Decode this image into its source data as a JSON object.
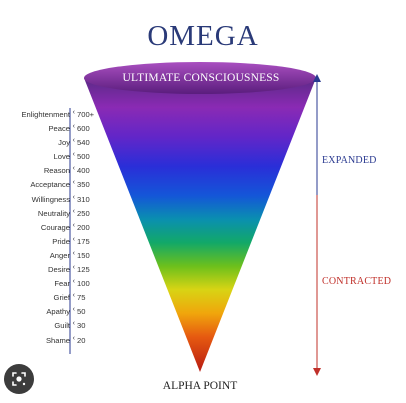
{
  "title": "OMEGA",
  "top_label": "ULTIMATE CONSCIOUSNESS",
  "bottom_label": "ALPHA POINT",
  "arrow_labels": {
    "expanded": "EXPANDED",
    "contracted": "CONTRACTED"
  },
  "levels": [
    {
      "name": "Enlightenment",
      "value": "700+"
    },
    {
      "name": "Peace",
      "value": "600"
    },
    {
      "name": "Joy",
      "value": "540"
    },
    {
      "name": "Love",
      "value": "500"
    },
    {
      "name": "Reason",
      "value": "400"
    },
    {
      "name": "Acceptance",
      "value": "350"
    },
    {
      "name": "Willingness",
      "value": "310"
    },
    {
      "name": "Neutrality",
      "value": "250"
    },
    {
      "name": "Courage",
      "value": "200"
    },
    {
      "name": "Pride",
      "value": "175"
    },
    {
      "name": "Anger",
      "value": "150"
    },
    {
      "name": "Desire",
      "value": "125"
    },
    {
      "name": "Fear",
      "value": "100"
    },
    {
      "name": "Grief",
      "value": "75"
    },
    {
      "name": "Apathy",
      "value": "50"
    },
    {
      "name": "Guilt",
      "value": "30"
    },
    {
      "name": "Shame",
      "value": "20"
    }
  ],
  "tick_glyph": "‹",
  "colors": {
    "title": "#2a3a78",
    "expanded": "#2a3a90",
    "contracted": "#c0302a"
  },
  "icons": {
    "lens_button": "visual-search-icon"
  }
}
